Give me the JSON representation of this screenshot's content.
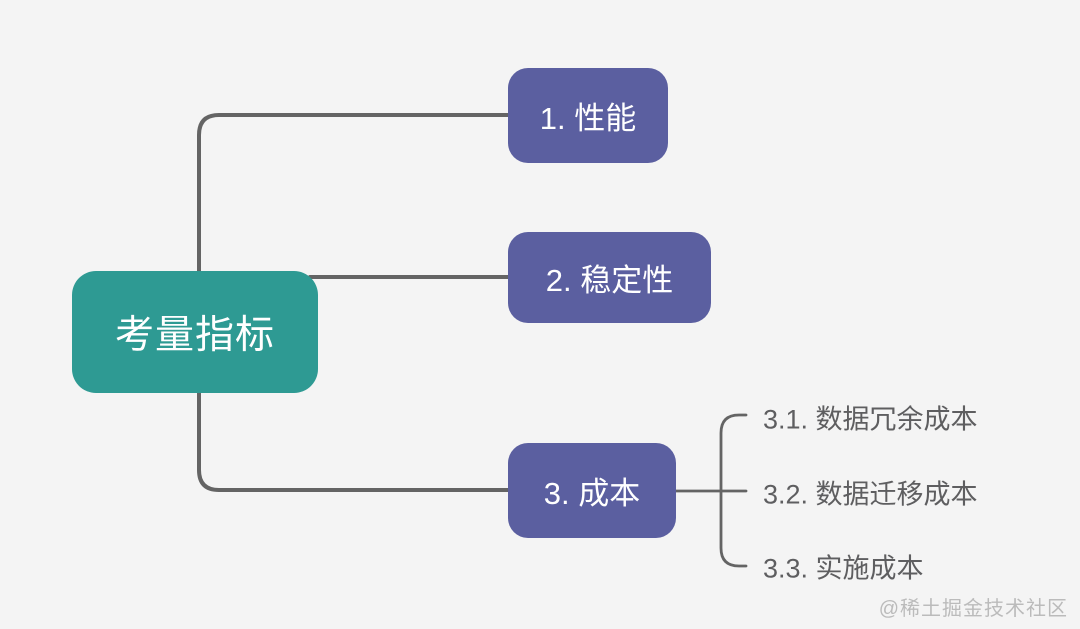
{
  "colors": {
    "background": "#F4F4F4",
    "root_node_fill": "#2E9A93",
    "child_node_fill": "#5B5FA0",
    "node_text": "#FFFFFF",
    "connector_line": "#646464",
    "subitem_text": "#5E5E60",
    "watermark_text": "#BBBBBB"
  },
  "mindmap": {
    "root": {
      "label": "考量指标"
    },
    "children": [
      {
        "label": "1. 性能"
      },
      {
        "label": "2. 稳定性"
      },
      {
        "label": "3. 成本",
        "subitems": [
          "3.1. 数据冗余成本",
          "3.2. 数据迁移成本",
          "3.3. 实施成本"
        ]
      }
    ]
  },
  "watermark": "@稀土掘金技术社区"
}
